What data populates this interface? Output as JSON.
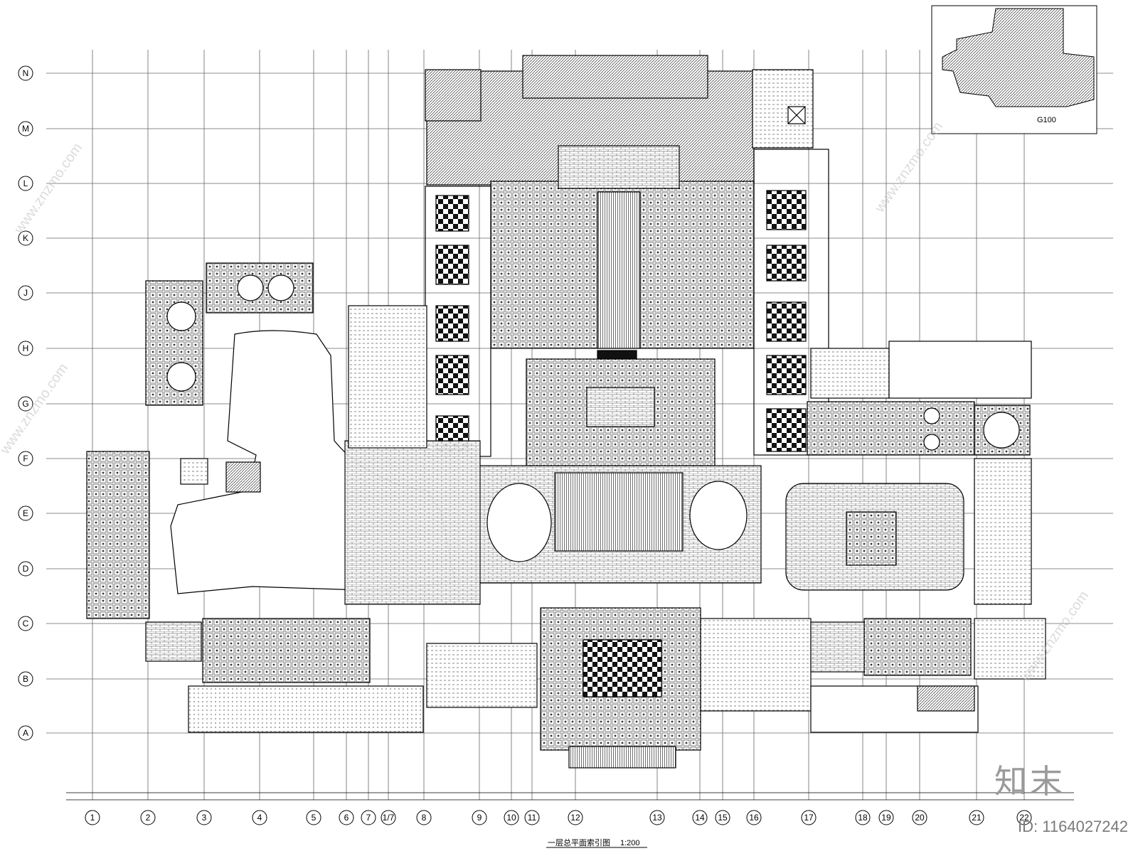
{
  "drawing": {
    "title": "一层总平面索引图",
    "scale": "1:200",
    "key_plan_label": "G100"
  },
  "grid": {
    "columns": [
      "1",
      "2",
      "3",
      "4",
      "5",
      "6",
      "7",
      "1/7",
      "8",
      "9",
      "10",
      "11",
      "12",
      "13",
      "14",
      "15",
      "16",
      "17",
      "18",
      "19",
      "20",
      "21",
      "22"
    ],
    "rows": [
      "N",
      "M",
      "L",
      "K",
      "J",
      "H",
      "G",
      "F",
      "E",
      "D",
      "C",
      "B",
      "A"
    ]
  },
  "watermark": {
    "text": "www.znzmo.com",
    "brand": "知末",
    "id_label": "ID: 1164027242"
  },
  "colors": {
    "line": "#000000",
    "hatch": "#2a2a2a",
    "fill_dark": "#1a1a1a",
    "watermark": "#bfbfbf"
  }
}
